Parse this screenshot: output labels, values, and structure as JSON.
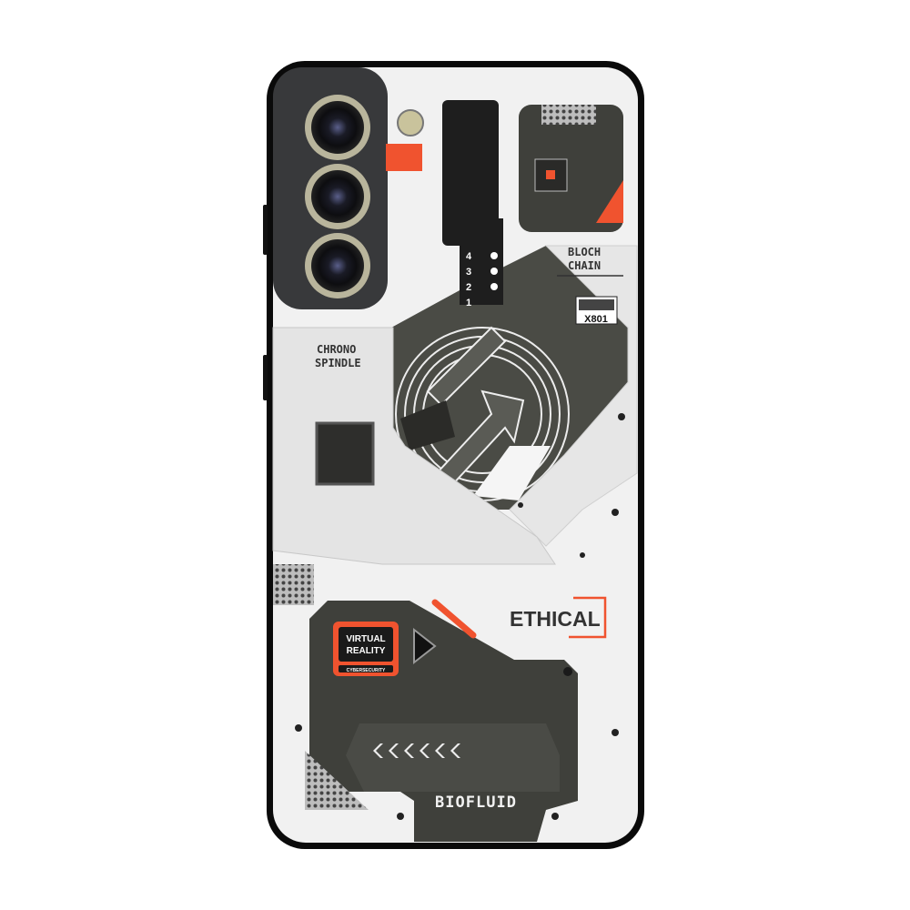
{
  "product": {
    "labels": {
      "chrono_line1": "CHRONO",
      "chrono_line2": "SPINDLE",
      "bloch_line1": "BLOCH",
      "bloch_line2": "CHAIN",
      "barcode_code": "X801",
      "ethical": "ETHICAL",
      "vr_line1": "VIRTUAL",
      "vr_line2": "REALITY",
      "vr_sub": "CYBERSECURITY",
      "biofluid": "BIOFLUID",
      "counter": [
        "4",
        "3",
        "2",
        "1"
      ]
    },
    "colors": {
      "accent": "#f0532f",
      "dark_panel": "#3f403b",
      "case_border": "#0a0a0a",
      "body": "#efefef"
    }
  }
}
